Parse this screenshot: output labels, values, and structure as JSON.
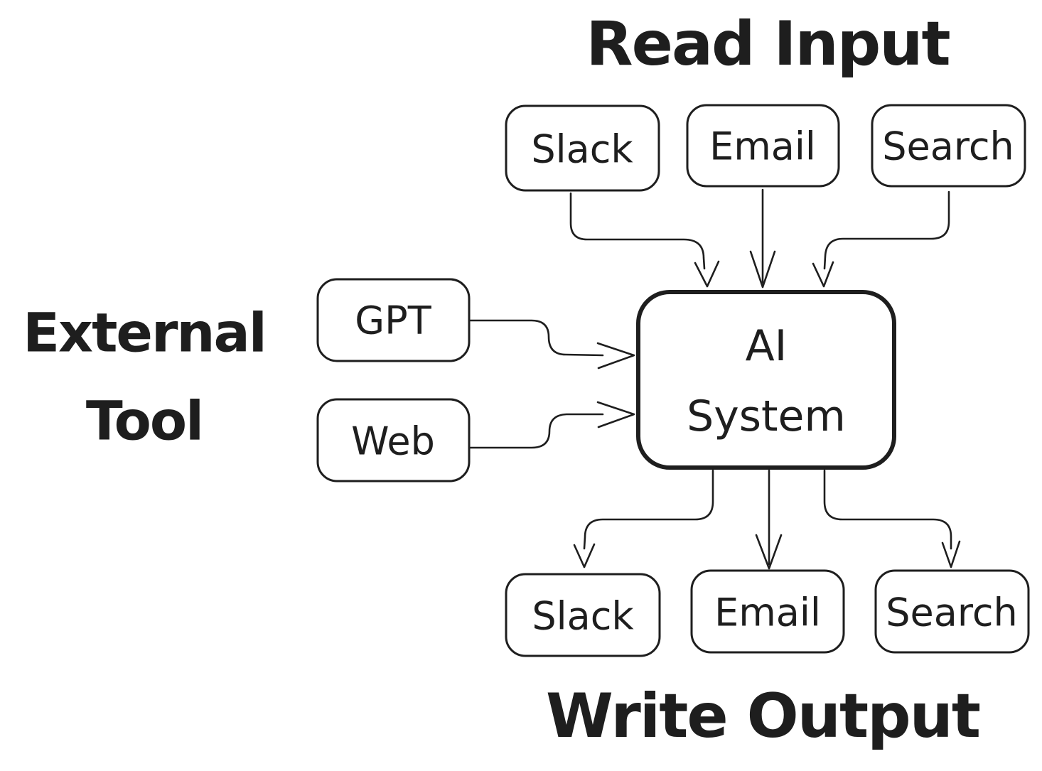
{
  "colors": {
    "ink": "#1e1e1e",
    "background": "#ffffff"
  },
  "labels": {
    "read_input": "Read Input",
    "write_output": "Write Output",
    "external_tool": [
      "External",
      "Tool"
    ]
  },
  "nodes": {
    "ai": {
      "line1": "AI",
      "line2": "System"
    },
    "inputs": [
      {
        "label": "Slack"
      },
      {
        "label": "Email"
      },
      {
        "label": "Search"
      }
    ],
    "external": [
      {
        "label": "GPT"
      },
      {
        "label": "Web"
      }
    ],
    "outputs": [
      {
        "label": "Slack"
      },
      {
        "label": "Email"
      },
      {
        "label": "Search"
      }
    ]
  }
}
